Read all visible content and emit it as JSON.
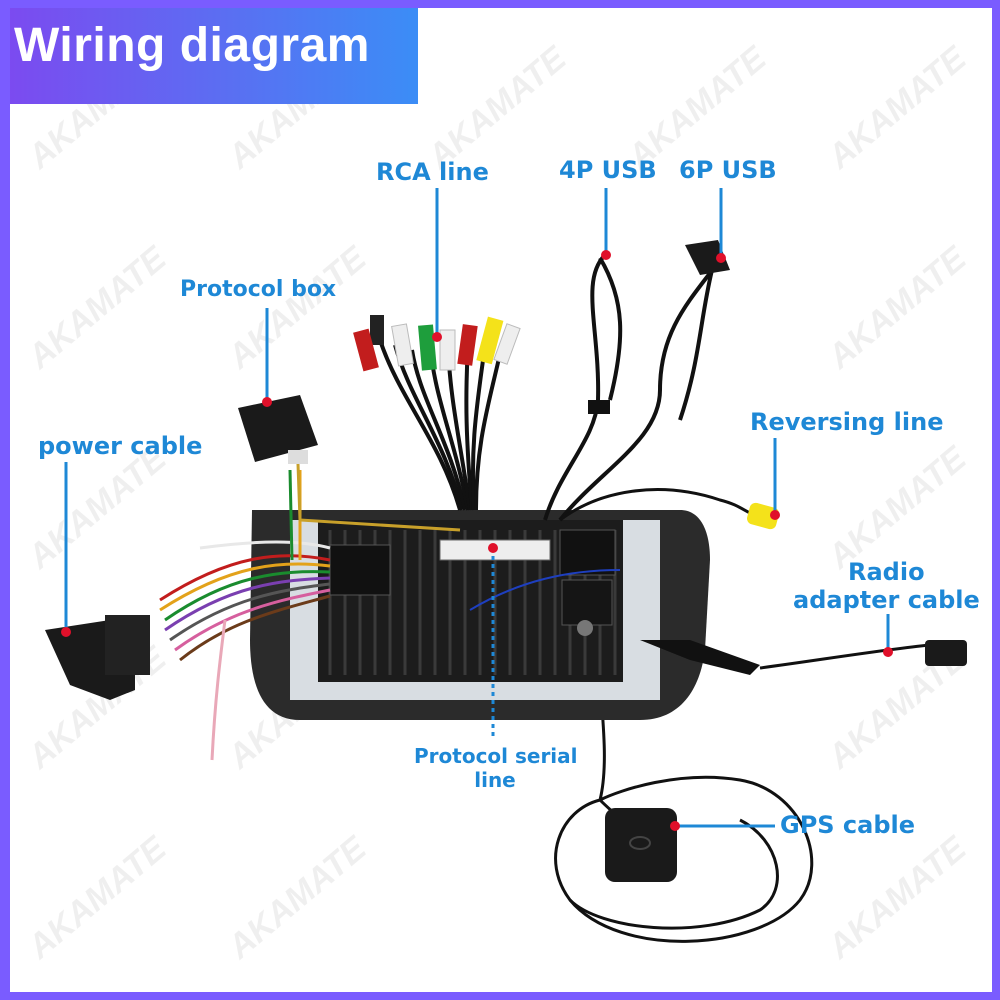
{
  "header": {
    "title": "Wiring diagram"
  },
  "watermark": "AKAMATE",
  "labels": {
    "rca_line": "RCA line",
    "usb_4p": "4P USB",
    "usb_6p": "6P USB",
    "protocol_box": "Protocol box",
    "power_cable": "power cable",
    "reversing_line": "Reversing line",
    "radio_adapter_1": "Radio",
    "radio_adapter_2": "adapter cable",
    "protocol_serial_1": "Protocol serial",
    "protocol_serial_2": "line",
    "gps_cable": "GPS cable"
  },
  "colors": {
    "header_start": "#7d49f0",
    "header_end": "#3b8df6",
    "label": "#1e88d6",
    "leader_line": "#1e88d6",
    "marker_dot": "#e0102a"
  }
}
